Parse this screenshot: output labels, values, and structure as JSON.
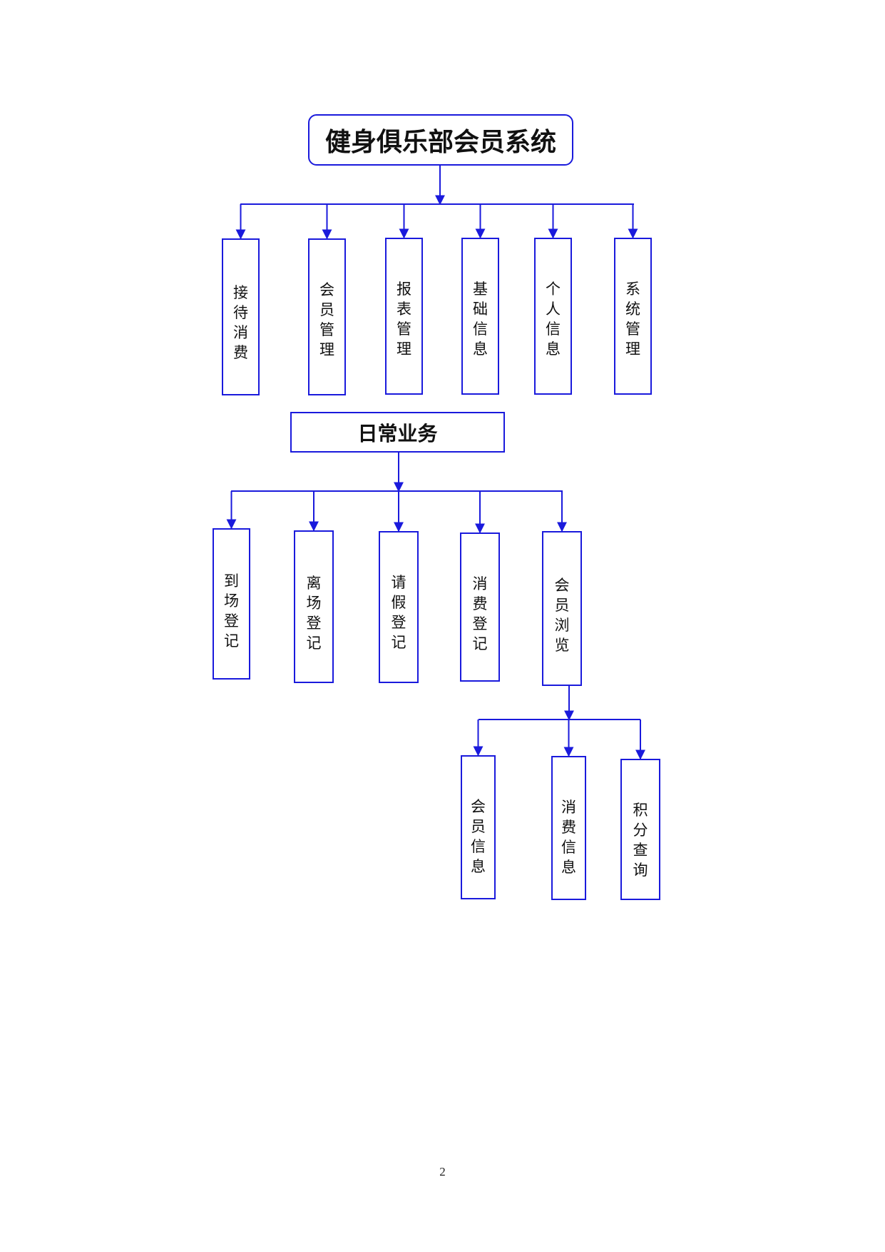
{
  "colors": {
    "line": "#1a1adc",
    "text": "#111111"
  },
  "root": {
    "label": "健身俱乐部会员系统"
  },
  "modules": [
    {
      "label": "接待消费"
    },
    {
      "label": "会员管理"
    },
    {
      "label": "报表管理"
    },
    {
      "label": "基础信息"
    },
    {
      "label": "个人信息"
    },
    {
      "label": "系统管理"
    }
  ],
  "daily": {
    "label": "日常业务",
    "items": [
      {
        "label": "到场登记"
      },
      {
        "label": "离场登记"
      },
      {
        "label": "请假登记"
      },
      {
        "label": "消费登记"
      },
      {
        "label": "会员浏览"
      }
    ]
  },
  "browse": {
    "items": [
      {
        "label": "会员信息"
      },
      {
        "label": "消费信息"
      },
      {
        "label": "积分查询"
      }
    ]
  },
  "page_number": "2"
}
